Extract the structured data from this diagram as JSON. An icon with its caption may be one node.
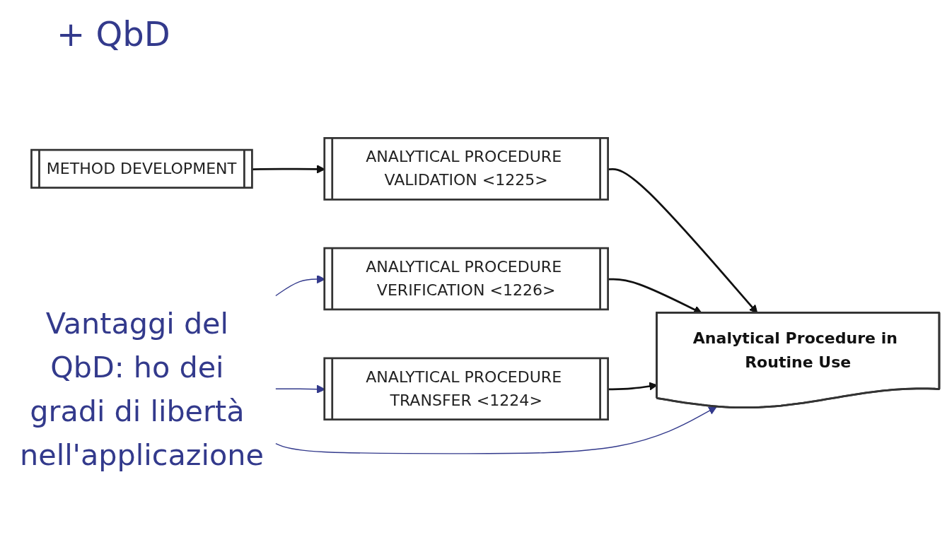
{
  "diagram": {
    "nodes": [
      {
        "text": [
          "METHOD DEVELOPMENT"
        ]
      },
      {
        "text": [
          "ANALYTICAL PROCEDURE VALIDATION <1225>"
        ]
      },
      {
        "text": [
          "ANALYTICAL PROCEDURE VERIFICATION <1226>"
        ]
      },
      {
        "text": [
          "Analytical Procedure in Routine Use"
        ]
      },
      {
        "text": [
          "ANALYTICAL PROCEDURE TRANSFER <1224>"
        ]
      },
      {
        "text": [
          "Vantaggi del QbD: ho dei gradi di libertà nell'applicazione"
        ]
      }
    ],
    "edges": [
      {
        "from": 0,
        "to": 1,
        "arrow": "to"
      },
      {
        "from": 1,
        "to": 3,
        "arrow": "to"
      },
      {
        "from": 2,
        "to": 3,
        "arrow": "to"
      },
      {
        "from": 4,
        "to": 3,
        "arrow": "to"
      },
      {
        "from": 5,
        "to": 2,
        "arrow": "to",
        "color": "#333a8c"
      },
      {
        "from": 5,
        "to": 3,
        "arrow": "to",
        "color": "#333a8c"
      },
      {
        "from": 5,
        "to": 4,
        "arrow": "to",
        "color": "#333a8c"
      }
    ],
    "labels": [
      "+ QbD"
    ]
  }
}
